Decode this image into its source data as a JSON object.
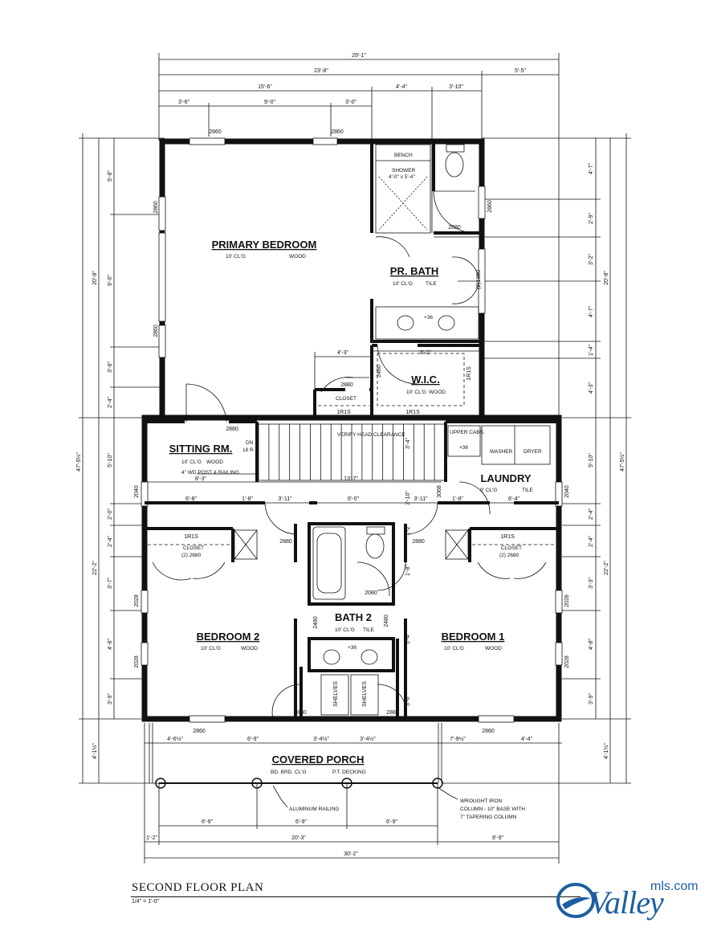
{
  "plan": {
    "title": "SECOND FLOOR PLAN",
    "scale": "1/4\" = 1'-0\""
  },
  "rooms": {
    "primary_bedroom": {
      "name": "PRIMARY BEDROOM",
      "ceiling": "10' CL'G",
      "floor": "WOOD"
    },
    "pr_bath": {
      "name": "PR. BATH",
      "ceiling": "10' CL'G",
      "floor": "TILE"
    },
    "wic": {
      "name": "W.I.C.",
      "ceiling": "10' CL'G",
      "floor": "WOOD"
    },
    "sitting": {
      "name": "SITTING RM.",
      "ceiling": "10' CL'G",
      "floor": "WOOD"
    },
    "laundry": {
      "name": "LAUNDRY",
      "ceiling": "9' CL'G",
      "floor": "TILE"
    },
    "bedroom2": {
      "name": "BEDROOM 2",
      "ceiling": "10' CL'G",
      "floor": "WOOD"
    },
    "bath2": {
      "name": "BATH 2",
      "ceiling": "10' CL'G",
      "floor": "TILE"
    },
    "bedroom1": {
      "name": "BEDROOM 1",
      "ceiling": "10' CL'G",
      "floor": "WOOD"
    },
    "porch": {
      "name": "COVERED PORCH",
      "ceiling": "BD. BRD. CL'G",
      "floor": "P.T. DECKING"
    }
  },
  "notes": {
    "bench": "BENCH",
    "shower_1": "SHOWER",
    "shower_2": "4'-0\" x 5'-4\"",
    "closet": "CLOSET",
    "closet2": "(2) 2680",
    "rod_shelf": "1R1S",
    "upper_cabs": "UPPER CABS.",
    "plus36": "+36",
    "washer": "WASHER",
    "dryer": "DRYER",
    "verify": "VERIFY HEAD CLEARANCE",
    "dn": "DN",
    "risers": "18 R",
    "post_railing": "4\" WD POST & RAILING",
    "shelves": "SHELVES",
    "aluminum": "ALUMINUM RAILING",
    "iron_1": "WROUGHT IRON",
    "iron_2": "COLUMN - 10\" BASE WITH",
    "iron_3": "7\" TAPERING COLUMN",
    "door_2860": "2860",
    "door_2880": "2880",
    "door_2480": "2480",
    "door_2080": "2080",
    "door_2028": "2028",
    "door_2040": "2040",
    "door_3068": "3068",
    "door_21980": "(2)1980"
  },
  "dims": {
    "top_total": "29'-1\"",
    "top_a": "23'-8\"",
    "top_b": "5'-5\"",
    "top_c": "15'-6\"",
    "top_d": "4'-4\"",
    "top_e": "3'-10\"",
    "top_f": "3'-6\"",
    "top_g": "9'-0\"",
    "top_h": "3'-0\"",
    "wic_w": "4'-3\"",
    "wic_w2": "8'-2\"",
    "stair_w": "8'-3\"",
    "stair_l": "13'-7\"",
    "r_a": "6'-8\"",
    "r_b": "1'-8\"",
    "r_c": "3'-11\"",
    "r_d": "6'-0\"",
    "r_e": "3'-11\"",
    "r_f": "1'-8\"",
    "r_g": "6'-4\"",
    "left_1": "5'-8\"",
    "left_2": "9'-0\"",
    "left_3": "3'-8\"",
    "left_4": "2'-4\"",
    "left_5": "5'-10\"",
    "left_6": "2'-0\"",
    "left_7": "2'-4\"",
    "left_8": "3'-7\"",
    "left_9": "4'-8\"",
    "left_10": "3'-9\"",
    "left_total_a": "20'-8\"",
    "left_total_b": "22'-2\"",
    "left_total": "47'-5½\"",
    "left_porch": "4'-1½\"",
    "right_1": "4'-7\"",
    "right_2": "2'-9\"",
    "right_3": "3'-2\"",
    "right_4": "4'-7\"",
    "right_5": "1'-4\"",
    "right_6": "4'-3\"",
    "right_7": "5'-10\"",
    "right_8": "2'-4\"",
    "right_9": "2'-4\"",
    "right_10": "3'-3\"",
    "right_11": "4'-8\"",
    "right_12": "3'-9\"",
    "right_total_a": "20'-8\"",
    "right_total_b": "22'-2\"",
    "right_total": "47'-5½\"",
    "right_porch": "4'-1½\"",
    "porch_a": "4'-6½\"",
    "porch_b": "6'-9\"",
    "porch_c": "3'-4½\"",
    "porch_d": "3'-4½\"",
    "porch_e": "7'-9½\"",
    "porch_f": "4'-4\"",
    "bot_a": "6'-9\"",
    "bot_b": "6'-9\"",
    "bot_c": "6'-9\"",
    "bot_d": "1'-2\"",
    "bot_e": "20'-3\"",
    "bot_f": "8'-9\"",
    "bot_total": "30'-2\"",
    "hall_a": "3'-10\"",
    "hall_b": "1'-2\"",
    "hall_c": "1'-8\"",
    "bath_a": "5'-4\"",
    "bath_b": "3'-6\"",
    "bath_c": "3'-4\""
  },
  "logo": {
    "word": "Valley",
    "suffix": "mls.com"
  }
}
